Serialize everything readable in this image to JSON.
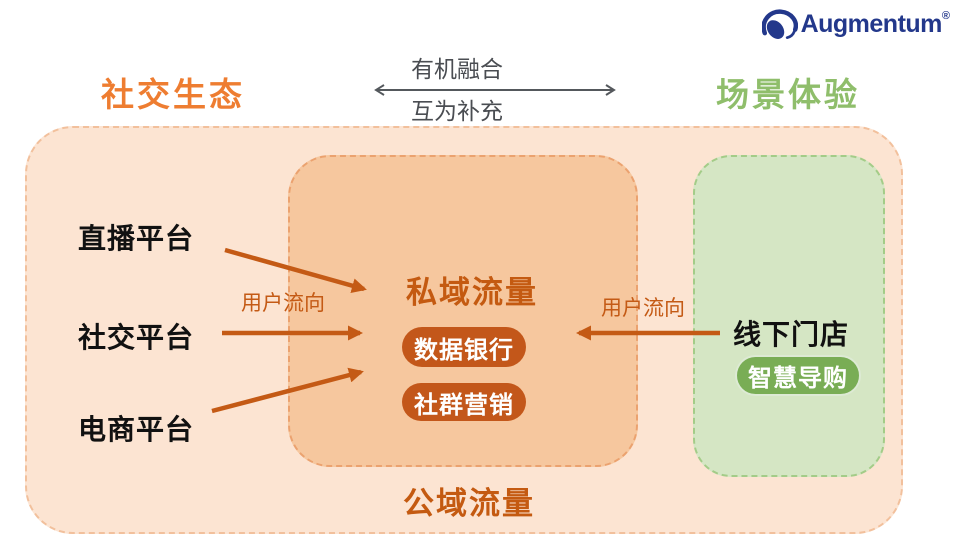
{
  "logo": {
    "name": "Augmentum",
    "mark": "®"
  },
  "fusion": {
    "top": "有机融合",
    "bottom": "互为补充"
  },
  "headings": {
    "social": "社交生态",
    "scene": "场景体验"
  },
  "platforms": {
    "items": [
      {
        "label": "直播平台"
      },
      {
        "label": "社交平台"
      },
      {
        "label": "电商平台"
      }
    ]
  },
  "flows": {
    "left_label": "用户流向",
    "right_label": "用户流向"
  },
  "private_zone": {
    "title": "私域流量",
    "pills": [
      {
        "label": "数据银行"
      },
      {
        "label": "社群营销"
      }
    ]
  },
  "offline": {
    "title": "线下门店",
    "pill": "智慧导购"
  },
  "public_zone": {
    "label": "公域流量"
  },
  "colors": {
    "accent_orange": "#c45a15",
    "heading_orange": "#ee7d31",
    "heading_green": "#8fbe6b",
    "pill_orange": "#c3571a",
    "pill_green": "#79ad55",
    "outer_panel": "#fce4d2",
    "inner_panel": "#f6c79e",
    "green_panel": "#d5e6c4",
    "logo_blue": "#23388b"
  }
}
